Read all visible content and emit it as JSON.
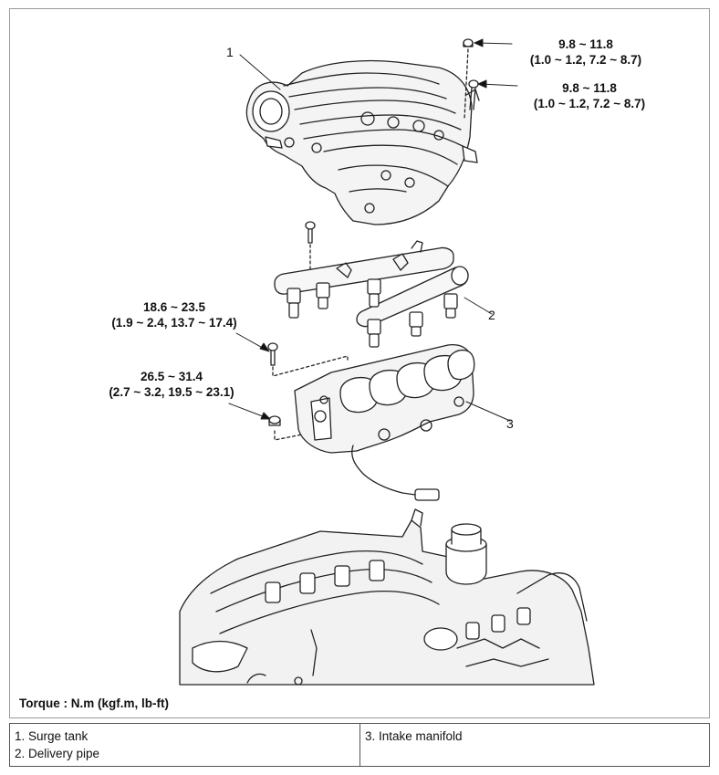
{
  "callouts": {
    "c1": {
      "num": "1"
    },
    "c2": {
      "num": "2"
    },
    "c3": {
      "num": "3"
    }
  },
  "torque_specs": {
    "spec_a": {
      "line1": "9.8 ~ 11.8",
      "line2": "(1.0 ~ 1.2, 7.2 ~ 8.7)"
    },
    "spec_b": {
      "line1": "9.8 ~ 11.8",
      "line2": "(1.0 ~ 1.2, 7.2 ~ 8.7)"
    },
    "spec_c": {
      "line1": "18.6 ~ 23.5",
      "line2": "(1.9 ~ 2.4, 13.7 ~ 17.4)"
    },
    "spec_d": {
      "line1": "26.5 ~ 31.4",
      "line2": "(2.7 ~ 3.2, 19.5 ~ 23.1)"
    }
  },
  "torque_note": "Torque : N.m (kgf.m, lb-ft)",
  "legend": {
    "item1": "1. Surge tank",
    "item2": "2. Delivery pipe",
    "item3": "3. Intake manifold"
  }
}
